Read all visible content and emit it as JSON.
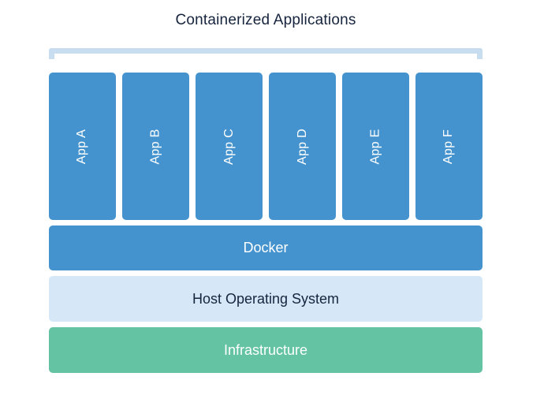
{
  "title": "Containerized Applications",
  "colors": {
    "blue": "#4493ce",
    "light_blue": "#d6e8f7",
    "green": "#63c3a2",
    "bracket": "#c8ddf0",
    "title_text": "#16243e"
  },
  "apps": [
    {
      "label": "App A"
    },
    {
      "label": "App B"
    },
    {
      "label": "App C"
    },
    {
      "label": "App D"
    },
    {
      "label": "App E"
    },
    {
      "label": "App F"
    }
  ],
  "layers": {
    "docker": "Docker",
    "host_os": "Host Operating System",
    "infrastructure": "Infrastructure"
  }
}
